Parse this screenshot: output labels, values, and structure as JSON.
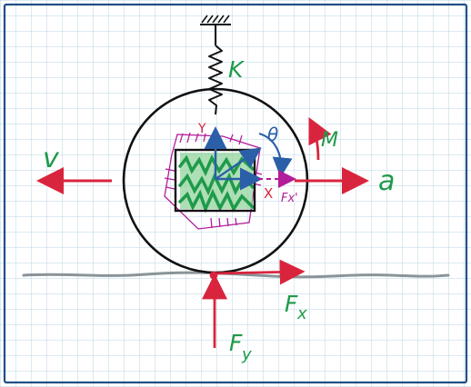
{
  "labels": {
    "spring": "K",
    "velocity": "v",
    "acceleration": "a",
    "moment": "M",
    "angle": "θ",
    "local_x": "X",
    "local_y": "Y",
    "force_x_prime": "Fx'",
    "force_x": "F",
    "force_x_sub": "x",
    "force_y": "F",
    "force_y_sub": "y"
  },
  "colors": {
    "grid": "#b9d6e6",
    "border": "#214f86",
    "green": "#1f9a4a",
    "red": "#d8253d",
    "magenta": "#b31c9a",
    "blue": "#2b5fa8",
    "ground": "#8a9498",
    "black": "#111111"
  }
}
